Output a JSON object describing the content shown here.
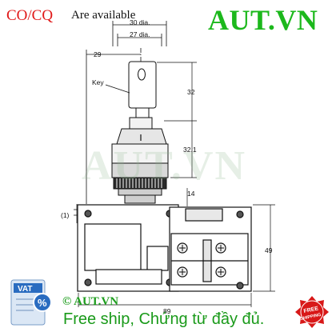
{
  "header": {
    "cert_label": "CO/CQ",
    "cert_note": "Are available",
    "brand": "AUT.VN"
  },
  "watermark": "AUT.VN",
  "drawing": {
    "dim_top_outer": "30 dia.",
    "dim_top_inner": "27 dia.",
    "dim_left": "29",
    "key_label": "Key",
    "dim_key_height": "32",
    "dim_head_height": "32.1",
    "dim_collar": "14",
    "dim_offset": "(1)",
    "dim_body_height": "49",
    "dim_body_width": "89"
  },
  "footer": {
    "copyright": "© AUT.VN",
    "shipping": "Free ship, Chứng từ đầy đủ.",
    "vat_badge": "VAT",
    "percent_badge": "%",
    "free_badge_top": "FREE",
    "free_badge_bottom": "SHIPPING"
  },
  "colors": {
    "brand_green": "#1cb81c",
    "cert_red": "#e01818",
    "footer_green": "#1a9a1a",
    "vat_blue": "#2a6cc0",
    "badge_red": "#d81818"
  }
}
